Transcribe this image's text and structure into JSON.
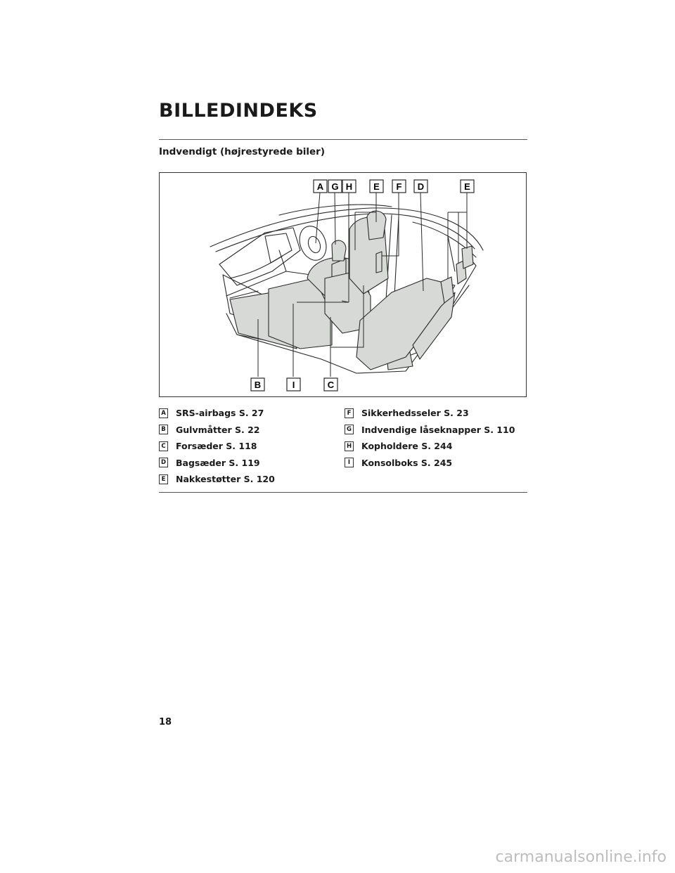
{
  "header": {
    "title": "BILLEDINDEKS",
    "subtitle": "Indvendigt (højrestyrede biler)"
  },
  "figure": {
    "labels_top": [
      "A",
      "G",
      "H",
      "E",
      "F",
      "D",
      "E"
    ],
    "labels_bottom": [
      "B",
      "I",
      "C"
    ]
  },
  "legend": {
    "left": [
      {
        "letter": "A",
        "text": "SRS-airbags S. 27"
      },
      {
        "letter": "B",
        "text": "Gulvmåtter S. 22"
      },
      {
        "letter": "C",
        "text": "Forsæder S. 118"
      },
      {
        "letter": "D",
        "text": "Bagsæder S. 119"
      },
      {
        "letter": "E",
        "text": "Nakkestøtter S. 120"
      }
    ],
    "right": [
      {
        "letter": "F",
        "text": "Sikkerhedsseler S. 23"
      },
      {
        "letter": "G",
        "text": "Indvendige låseknapper S. 110"
      },
      {
        "letter": "H",
        "text": "Kopholdere S. 244"
      },
      {
        "letter": "I",
        "text": "Konsolboks S. 245"
      }
    ]
  },
  "footer": {
    "page_number": "18",
    "watermark": "carmanualsonline.info"
  },
  "colors": {
    "highlight_fill": "#d7d9d6",
    "line": "#2a2a2a"
  }
}
